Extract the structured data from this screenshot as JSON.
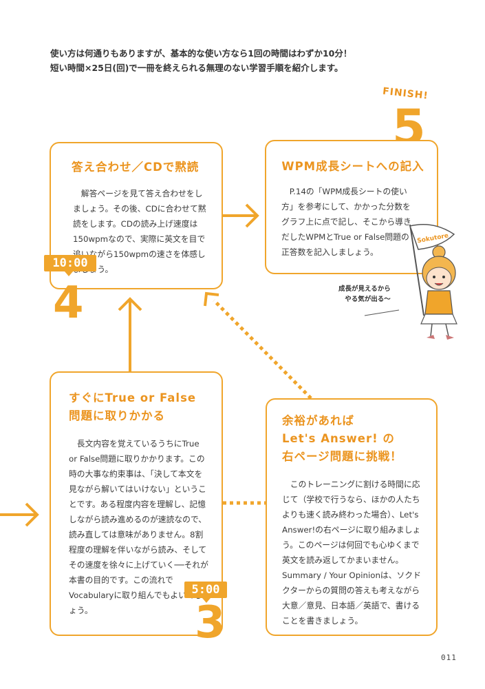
{
  "intro": {
    "line1": "使い方は何通りもありますが、基本的な使い方なら1回の時間はわずか10分！",
    "line2": "短い時間×25日(回)で一冊を終えられる無理のない学習手順を紹介します。"
  },
  "step4": {
    "title": "答え合わせ／CDで黙読",
    "body": "解答ページを見て答え合わせをしましょう。その後、CDに合わせて黙読をします。CDの読み上げ速度は150wpmなので、実際に英文を目で追いながら150wpmの速さを体感しましょう。",
    "time": "10:00",
    "number": "4"
  },
  "step5": {
    "finish": "FINISH!",
    "number": "5",
    "title": "WPM成長シートへの記入",
    "body": "P.14の「WPM成長シートの使い方」を参考にして、かかった分数をグラフ上に点で記し、そこから導きだしたWPMとTrue or False問題の正答数を記入しましょう。"
  },
  "step3": {
    "title_line1": "すぐにTrue or False",
    "title_line2": "問題に取りかかる",
    "body": "長文内容を覚えているうちにTrue or False問題に取りかかります。この時の大事な約束事は、「決して本文を見ながら解いてはいけない」ということです。ある程度内容を理解し、記憶しながら読み進めるのが速読なので、読み直しては意味がありません。8割程度の理解を伴いながら読み、そしてその速度を徐々に上げていく──それが本書の目的です。この流れでVocabularyに取り組んでもよいでしょう。",
    "time": "5:00",
    "number": "3"
  },
  "extra": {
    "title_line1": "余裕があれば",
    "title_line2": "Let's Answer! の",
    "title_line3": "右ページ問題に挑戦！",
    "body": "このトレーニングに割ける時間に応じて（学校で行うなら、ほかの人たちよりも速く読み終わった場合）、Let's Answer!の右ページに取り組みましょう。このページは何回でも心ゆくまで英文を読み返してかまいません。Summary / Your Opinionは、ソクドクターからの質問の答えも考えながら大意／意見、日本語／英語で、書けることを書きましょう。"
  },
  "character": {
    "flag_text": "Sokutore",
    "speech_line1": "成長が見えるから",
    "speech_line2": "やる気が出る〜"
  },
  "page_number": "011",
  "colors": {
    "accent": "#f0a52b",
    "title": "#eb941f",
    "text": "#3a3a3a"
  }
}
